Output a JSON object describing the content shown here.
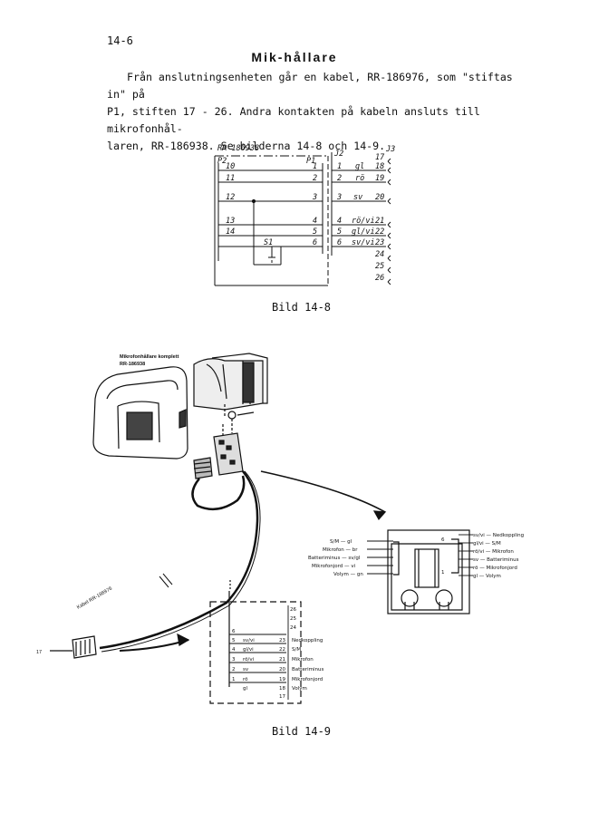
{
  "page_number": "14-6",
  "section_title": "Mik-hållare",
  "body_text": "Från anslutningsenheten går en kabel, RR-186976, som \"stiftas in\" på\nP1, stiften 17 - 26.  Andra kontakten på kabeln ansluts till mikrofonhål-\nlaren, RR-186938.  Se bilderna 14-8 och 14-9.",
  "figure_148": {
    "caption": "Bild 14-8",
    "part_no": "RR-186938",
    "p2": "P2",
    "p1": "P1",
    "j2": "J2",
    "j3": "J3",
    "switch": "S1",
    "left_pins": [
      "10",
      "11",
      "12",
      "13",
      "14"
    ],
    "p1_pins": [
      "1",
      "2",
      "3",
      "4",
      "5",
      "6"
    ],
    "j2_pins": [
      "1",
      "2",
      "3",
      "4",
      "5",
      "6"
    ],
    "wire_colors": [
      "gl",
      "rö",
      "sv",
      "rö/vi",
      "gl/vi",
      "sv/vi"
    ],
    "j3_pins": [
      "17",
      "18",
      "19",
      "20",
      "21",
      "22",
      "23",
      "24",
      "25",
      "26"
    ]
  },
  "figure_149": {
    "caption": "Bild 14-9",
    "assembly_label_1": "Mikrofonhållare komplett",
    "assembly_label_2": "RR-186938",
    "cable_label": "Kabel RR-186976",
    "pin_label": "17",
    "holder_left_labels": [
      {
        "signal": "S/M",
        "color": "gl"
      },
      {
        "signal": "Mikrofon",
        "color": "br"
      },
      {
        "signal": "Batteriminus",
        "color": "sv/gl"
      },
      {
        "signal": "Mikrofonjord",
        "color": "vi"
      },
      {
        "signal": "Volym",
        "color": "gn"
      }
    ],
    "holder_right_labels": [
      {
        "color": "sv/vi",
        "signal": "Nedkoppling"
      },
      {
        "color": "gl/vi",
        "signal": "S/M"
      },
      {
        "color": "rö/vi",
        "signal": "Mikrofon"
      },
      {
        "color": "sv",
        "signal": "Batteriminus"
      },
      {
        "color": "rö",
        "signal": "Mikrofonjord"
      },
      {
        "color": "gl",
        "signal": "Volym"
      }
    ],
    "holder_pin_6": "6",
    "holder_pin_1": "1",
    "connector_pins_top": [
      "26",
      "25",
      "24"
    ],
    "connector_rows": [
      {
        "num": "6",
        "color": "sv/vi",
        "pin": "23",
        "signal": "Nedkoppling"
      },
      {
        "num": "5",
        "color": "gl/vi",
        "pin": "22",
        "signal": "S/M"
      },
      {
        "num": "4",
        "color": "rö/vi",
        "pin": "21",
        "signal": "Mikrofon"
      },
      {
        "num": "3",
        "color": "sv",
        "pin": "20",
        "signal": "Batteriminus"
      },
      {
        "num": "2",
        "color": "rö",
        "pin": "19",
        "signal": "Mikrofonjord"
      },
      {
        "num": "1",
        "color": "gl",
        "pin": "18",
        "signal": "Volym"
      }
    ],
    "connector_pin_bottom": "17"
  }
}
